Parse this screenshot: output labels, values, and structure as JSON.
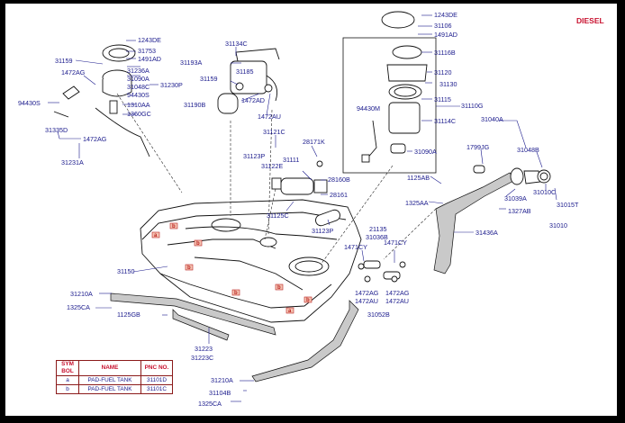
{
  "title_badge": "DIESEL",
  "legend": {
    "headers": [
      "SYM BOL",
      "NAME",
      "PNC NO."
    ],
    "rows": [
      {
        "sym": "a",
        "name": "PAD-FUEL TANK",
        "pnc": "31101D"
      },
      {
        "sym": "b",
        "name": "PAD-FUEL TANK",
        "pnc": "31101C"
      }
    ]
  },
  "pad_markers": [
    "a",
    "b"
  ],
  "labels": {
    "l1243DE_a": "1243DE",
    "l31753": "31753",
    "l1491AD_a": "1491AD",
    "l31159_a": "31159",
    "l1472AG_a": "1472AG",
    "l31236A": "31236A",
    "l31090A_a": "31090A",
    "l31048C": "31048C",
    "l31230P": "31230P",
    "l94430S_a": "94430S",
    "l94430S_b": "94430S",
    "l1310AA": "1310AA",
    "l1360GC": "1360GC",
    "l31335D": "31335D",
    "l1472AG_b": "1472AG",
    "l31231A": "31231A",
    "l31134C": "31134C",
    "l31193A": "31193A",
    "l31185": "31185",
    "l31159_b": "31159",
    "l1472AD": "1472AD",
    "l31190B": "31190B",
    "l1472AU_a": "1472AU",
    "l1243DE_b": "1243DE",
    "l31106": "31106",
    "l1491AD_b": "1491AD",
    "l31116B": "31116B",
    "l31120": "31120",
    "l31130": "31130",
    "l31115": "31115",
    "l31110G": "31110G",
    "l94430M": "94430M",
    "l31114C": "31114C",
    "l31090A_b": "31090A",
    "l31121C": "31121C",
    "l28171K": "28171K",
    "l31123P_a": "31123P",
    "l31111": "31111",
    "l31122E": "31122E",
    "l28160B": "28160B",
    "l28161": "28161",
    "l31125C": "31125C",
    "l31123P_b": "31123P",
    "l31040A": "31040A",
    "l1799JG": "1799JG",
    "l31048B": "31048B",
    "l1125AB": "1125AB",
    "l1325AA": "1325AA",
    "l31039A": "31039A",
    "l31010C": "31010C",
    "l31015T": "31015T",
    "l1327AB": "1327AB",
    "l31010": "31010",
    "l31436A": "31436A",
    "l21135": "21135",
    "l31036B": "31036B",
    "l1471CY_a": "1471CY",
    "l1471CY_b": "1471CY",
    "l31150": "31150",
    "l1472AG_c": "1472AG",
    "l1472AU_b": "1472AU",
    "l1472AG_d": "1472AG",
    "l1472AU_c": "1472AU",
    "l31052B": "31052B",
    "l31210A_a": "31210A",
    "l1325CA_a": "1325CA",
    "l1125GB": "1125GB",
    "l31223": "31223",
    "l31223C": "31223C",
    "l31210A_b": "31210A",
    "l31104B": "31104B",
    "l1325CA_b": "1325CA"
  },
  "colors": {
    "line": "#1a1a8c",
    "badge": "#c8102e",
    "pad_fill": "#f4c4b2"
  }
}
